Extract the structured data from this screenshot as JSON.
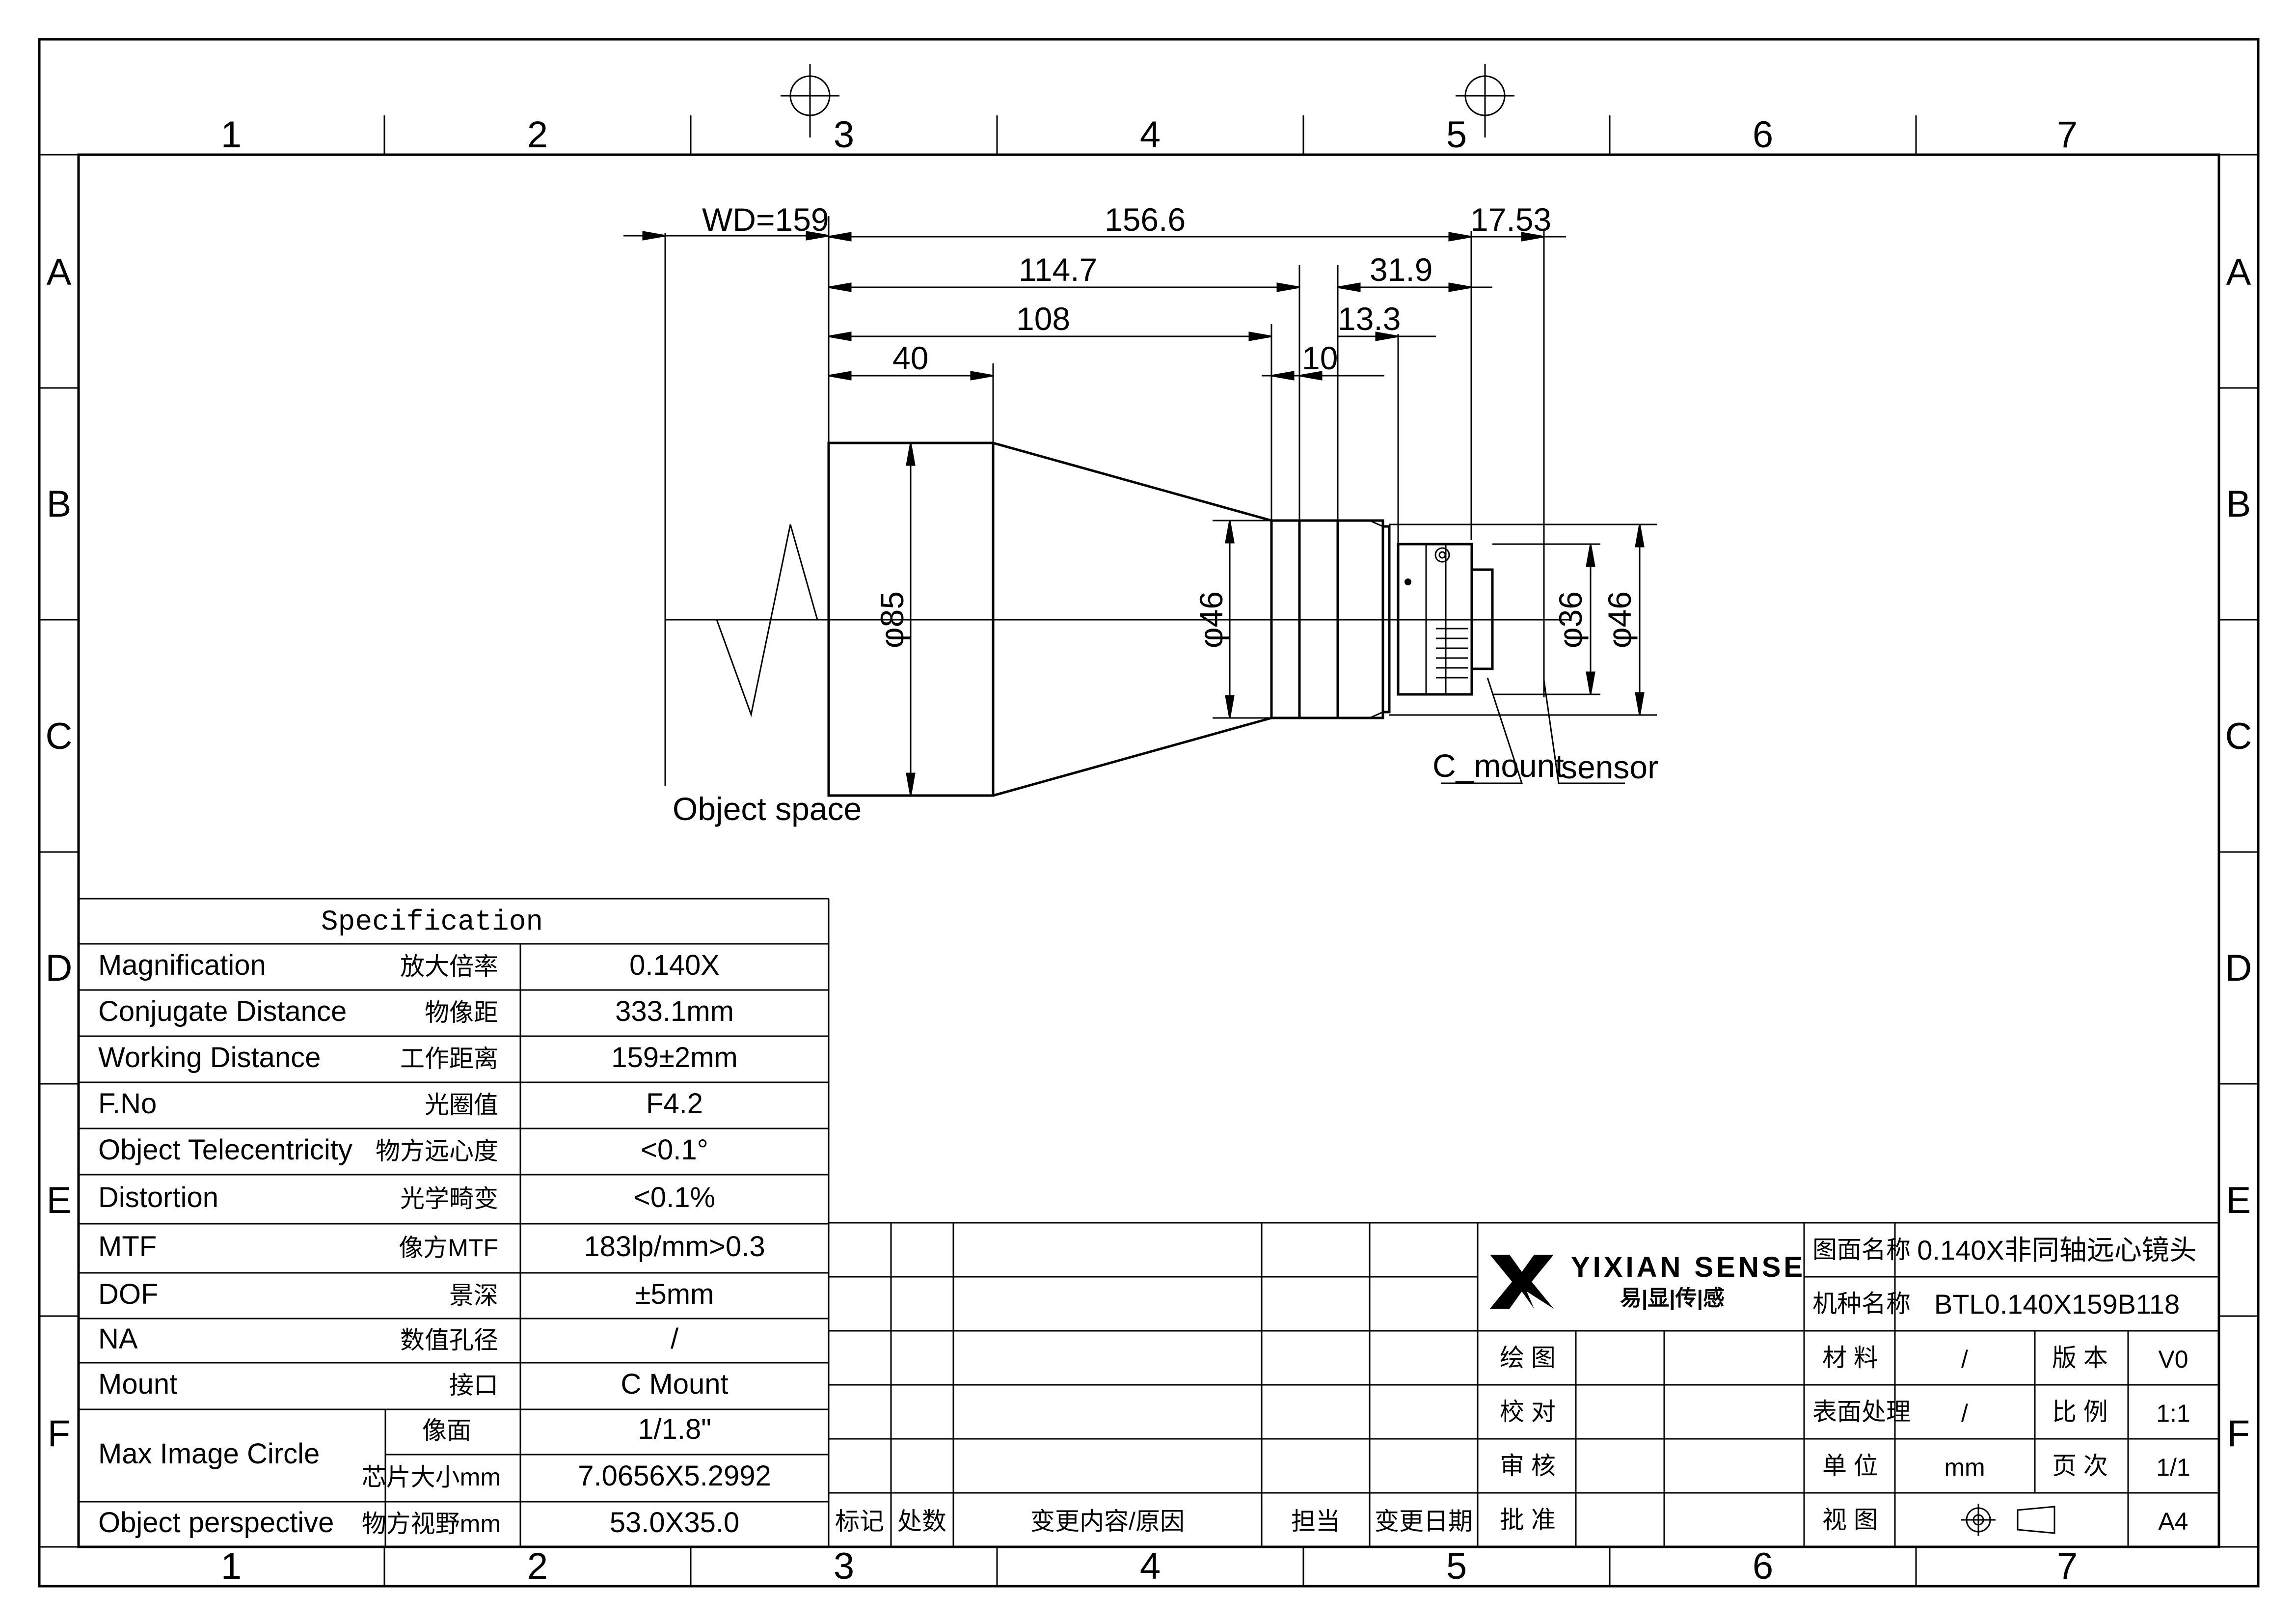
{
  "zones": {
    "columns": [
      "1",
      "2",
      "3",
      "4",
      "5",
      "6",
      "7"
    ],
    "rows": [
      "A",
      "B",
      "C",
      "D",
      "E",
      "F"
    ]
  },
  "dimensions": {
    "wd": "WD=159",
    "d156": "156.6",
    "d17": "17.53",
    "d114": "114.7",
    "d31": "31.9",
    "d108": "108",
    "d13": "13.3",
    "d40": "40",
    "d10": "10",
    "dia85": "φ85",
    "dia46_mid": "φ46",
    "dia36": "φ36",
    "dia46_rear": "φ46"
  },
  "labels": {
    "object_space": "Object space",
    "c_mount": "C_mount",
    "sensor": "sensor"
  },
  "spec": {
    "title": "Specification",
    "rows": [
      {
        "en": "Magnification",
        "cn": "放大倍率",
        "value": "0.140X"
      },
      {
        "en": "Conjugate Distance",
        "cn": "物像距",
        "value": "333.1mm"
      },
      {
        "en": "Working Distance",
        "cn": "工作距离",
        "value": "159±2mm"
      },
      {
        "en": "F.No",
        "cn": "光圈值",
        "value": "F4.2"
      },
      {
        "en": "Object Telecentricity",
        "cn": "物方远心度",
        "value": "<0.1°"
      },
      {
        "en": "Distortion",
        "cn": "光学畸变",
        "value": "<0.1%"
      },
      {
        "en": "MTF",
        "cn": "像方MTF",
        "value": "183lp/mm>0.3"
      },
      {
        "en": "DOF",
        "cn": "景深",
        "value": "±5mm"
      },
      {
        "en": "NA",
        "cn": "数值孔径",
        "value": "/"
      },
      {
        "en": "Mount",
        "cn": "接口",
        "value": "C Mount"
      }
    ],
    "max_image_circle": {
      "en": "Max Image Circle",
      "sub1_cn": "像面",
      "sub1_value": "1/1.8\"",
      "sub2_cn": "芯片大小mm",
      "sub2_value": "7.0656X5.2992"
    },
    "object_perspective": {
      "en": "Object perspective",
      "cn": "物方视野mm",
      "value": "53.0X35.0"
    }
  },
  "revision": {
    "headers": [
      "标记",
      "处数",
      "变更内容/原因",
      "担当",
      "变更日期"
    ]
  },
  "title_block": {
    "logo_name": "YIXIAN SENSE",
    "logo_cn": "易|显|传|感",
    "drawing_name_label": "图面名称",
    "drawing_name": "0.140X非同轴远心镜头",
    "model_label": "机种名称",
    "model": "BTL0.140X159B118",
    "draw_label": "绘 图",
    "check_label": "校 对",
    "review_label": "审 核",
    "approve_label": "批 准",
    "material_label": "材 料",
    "material": "/",
    "version_label": "版 本",
    "version": "V0",
    "surface_label": "表面处理",
    "surface": "/",
    "scale_label": "比 例",
    "scale": "1:1",
    "unit_label": "单 位",
    "unit": "mm",
    "page_label": "页 次",
    "page": "1/1",
    "view_label": "视 图",
    "size": "A4"
  },
  "colors": {
    "line": "#000000",
    "background": "#ffffff"
  }
}
